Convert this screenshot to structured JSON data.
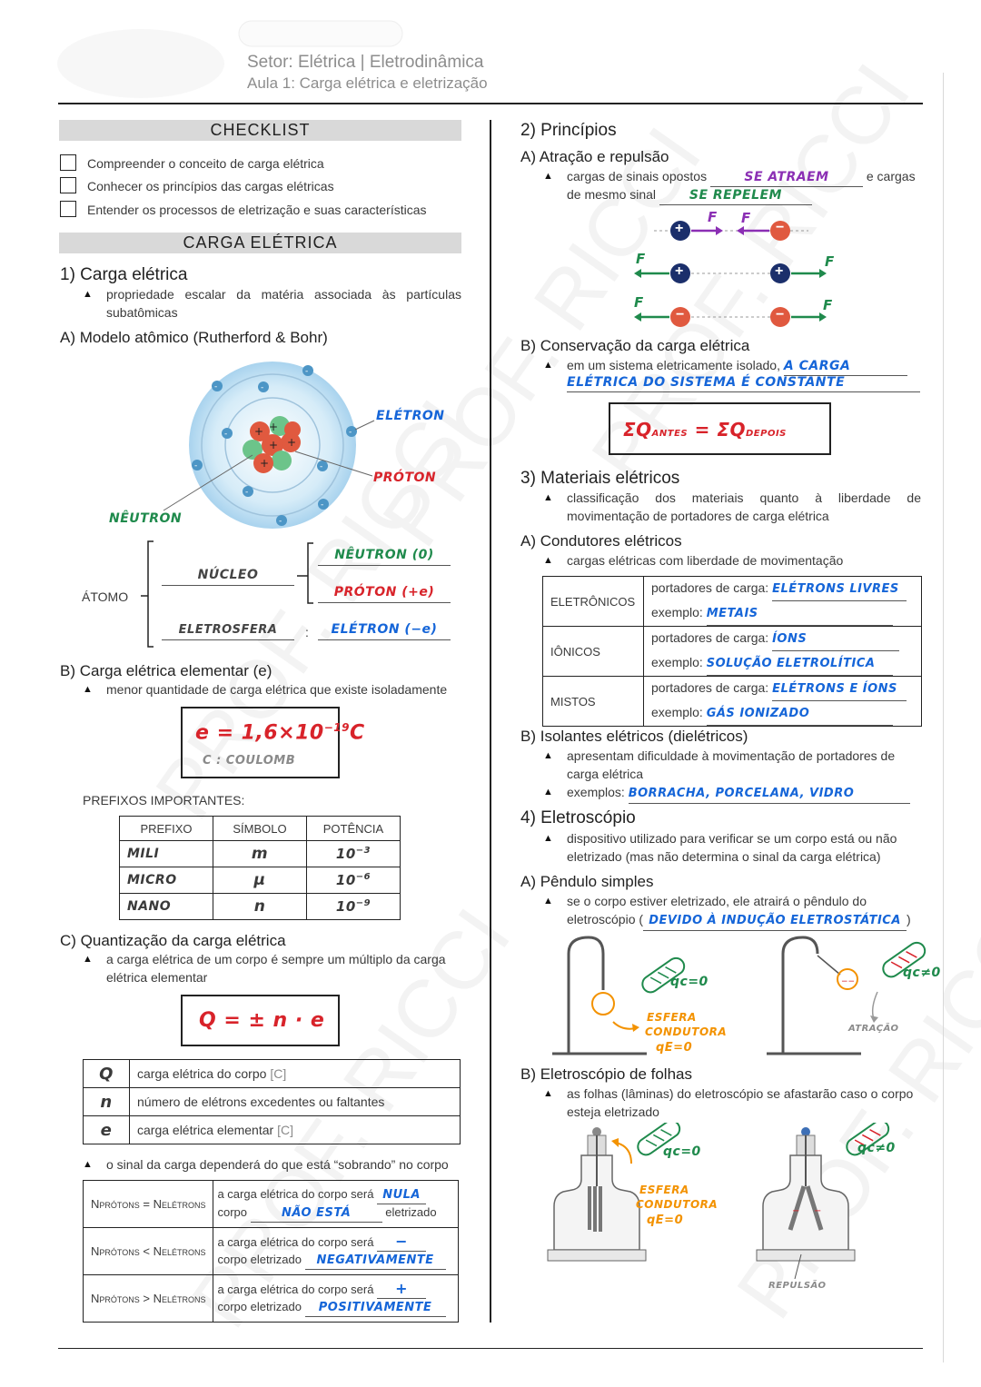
{
  "header": {
    "title": "Setor: Elétrica | Eletrodinâmica",
    "subtitle": "Aula 1: Carga elétrica e eletrização"
  },
  "watermark": "PROF. RICCI",
  "checklist": {
    "title": "CHECKLIST",
    "items": [
      "Compreender o conceito de carga elétrica",
      "Conhecer os princípios das cargas elétricas",
      "Entender os processos de eletrização e suas características"
    ]
  },
  "carga_banner": "CARGA ELÉTRICA",
  "s1": {
    "title": "1) Carga elétrica",
    "bullet": "propriedade escalar da matéria associada às partículas subatômicas",
    "A_title": "A) Modelo atômico (Rutherford & Bohr)",
    "labels": {
      "eletron": "ELÉTRON",
      "proton": "PRÓTON",
      "neutron": "NÊUTRON"
    },
    "atomo": "ÁTOMO",
    "nucleo": "NÚCLEO",
    "eletrosfera": "ELETROSFERA",
    "neutron0": "NÊUTRON (0)",
    "protonpos": "PRÓTON (+e)",
    "eletronneg": "ELÉTRON (−e)",
    "colon": ":",
    "B_title": "B) Carga elétrica elementar (e)",
    "B_bullet": "menor quantidade de carga elétrica que existe isoladamente",
    "e_formula": "e = 1,6×10",
    "e_exp": "−19",
    "e_unit": "C",
    "coulomb": "C : COULOMB",
    "prefixos_title": "PREFIXOS IMPORTANTES:",
    "prefix_headers": [
      "PREFIXO",
      "SÍMBOLO",
      "POTÊNCIA"
    ],
    "prefix_rows": [
      {
        "prefixo": "MILI",
        "simbolo": "m",
        "base": "10",
        "exp": "−3"
      },
      {
        "prefixo": "MICRO",
        "simbolo": "μ",
        "base": "10",
        "exp": "−6"
      },
      {
        "prefixo": "NANO",
        "simbolo": "n",
        "base": "10",
        "exp": "−9"
      }
    ],
    "C_title": "C) Quantização da carga elétrica",
    "C_bullet": "a carga elétrica de um corpo é sempre um múltiplo da carga elétrica elementar",
    "q_formula": "Q = ± n · e",
    "vars": [
      {
        "sym": "Q",
        "desc": "carga elétrica do corpo",
        "unit": "[C]"
      },
      {
        "sym": "n",
        "desc": "número de elétrons excedentes ou faltantes",
        "unit": ""
      },
      {
        "sym": "e",
        "desc": "carga elétrica elementar",
        "unit": "[C]"
      }
    ],
    "sinal_bullet": "o sinal da carga dependerá do que está “sobrando” no corpo",
    "sinal_rows": [
      {
        "cond_a": "N",
        "sub_a": "PRÓTONS",
        "op": " = ",
        "cond_b": "N",
        "sub_b": "ELÉTRONS",
        "l1": "a carga elétrica do corpo será",
        "a1": "NULA",
        "l2a": "corpo",
        "a2": "NÃO ESTÁ",
        "l2b": "eletrizado"
      },
      {
        "cond_a": "N",
        "sub_a": "PRÓTONS",
        "op": " < ",
        "cond_b": "N",
        "sub_b": "ELÉTRONS",
        "l1": "a carga elétrica do corpo será",
        "a1": "−",
        "l2a": "corpo eletrizado",
        "a2": "NEGATIVAMENTE",
        "l2b": ""
      },
      {
        "cond_a": "N",
        "sub_a": "PRÓTONS",
        "op": " > ",
        "cond_b": "N",
        "sub_b": "ELÉTRONS",
        "l1": "a carga elétrica do corpo será",
        "a1": "+",
        "l2a": "corpo eletrizado",
        "a2": "POSITIVAMENTE",
        "l2b": ""
      }
    ]
  },
  "s2": {
    "title": "2) Princípios",
    "A_title": "A) Atração e repulsão",
    "A_l1a": "cargas de sinais opostos",
    "A_ans1": "SE ATRAEM",
    "A_l1b": "e cargas",
    "A_l2a": "de mesmo sinal",
    "A_ans2": "SE REPELEM",
    "force_label": "F",
    "plus": "+",
    "minus": "−",
    "B_title": "B) Conservação da carga elétrica",
    "B_l1": "em um sistema eletricamente isolado,",
    "B_ans1": "A CARGA",
    "B_ans2": "ELÉTRICA DO SISTEMA É CONSTANTE",
    "cons_left": "ΣQ",
    "cons_left_sub": "ANTES",
    "cons_eq": " = ",
    "cons_right": "ΣQ",
    "cons_right_sub": "DEPOIS"
  },
  "s3": {
    "title": "3) Materiais elétricos",
    "bullet": "classificação dos materiais quanto à liberdade de movimentação de portadores de carga elétrica",
    "A_title": "A) Condutores elétricos",
    "A_bullet": "cargas elétricas com liberdade de movimentação",
    "port_label": "portadores de carga:",
    "ex_label": "exemplo:",
    "rows": [
      {
        "tipo": "ELETRÔNICOS",
        "port": "ELÉTRONS LIVRES",
        "ex": "METAIS"
      },
      {
        "tipo": "IÔNICOS",
        "port": "ÍONS",
        "ex": "SOLUÇÃO ELETROLÍTICA"
      },
      {
        "tipo": "MISTOS",
        "port": "ELÉTRONS E ÍONS",
        "ex": "GÁS IONIZADO"
      }
    ],
    "B_title": "B) Isolantes elétricos (dielétricos)",
    "B_b1": "apresentam dificuldade à movimentação de portadores de carga elétrica",
    "B_b2": "exemplos:",
    "B_ans": "BORRACHA, PORCELANA, VIDRO"
  },
  "s4": {
    "title": "4) Eletroscópio",
    "bullet": "dispositivo utilizado para verificar se um corpo está ou não eletrizado (mas não determina o sinal da carga elétrica)",
    "A_title": "A) Pêndulo simples",
    "A_l1": "se o corpo estiver eletrizado, ele atrairá o pêndulo do",
    "A_l2a": "eletroscópio (",
    "A_ans": "DEVIDO À INDUÇÃO ELETROSTÁTICA",
    "A_l2b": ")",
    "qc0": "qc=0",
    "qcpos": "qc≠0",
    "esfera": "ESFERA",
    "condutora": "CONDUTORA",
    "qe0": "qE=0",
    "atracao": "ATRAÇÃO",
    "B_title": "B) Eletroscópio de folhas",
    "B_bullet": "as folhas (lâminas) do eletroscópio se afastarão caso o corpo esteja eletrizado",
    "repulsao": "REPULSÃO"
  },
  "colors": {
    "ink_blue": "#1565d8",
    "ink_red": "#d8232a",
    "ink_green": "#1f8a4c",
    "ink_purple": "#8b2fb4",
    "ink_orange": "#f39200",
    "banner_gray": "#d9d9d9",
    "proton_red": "#e0593f",
    "electron_navy": "#1b2f6b"
  }
}
